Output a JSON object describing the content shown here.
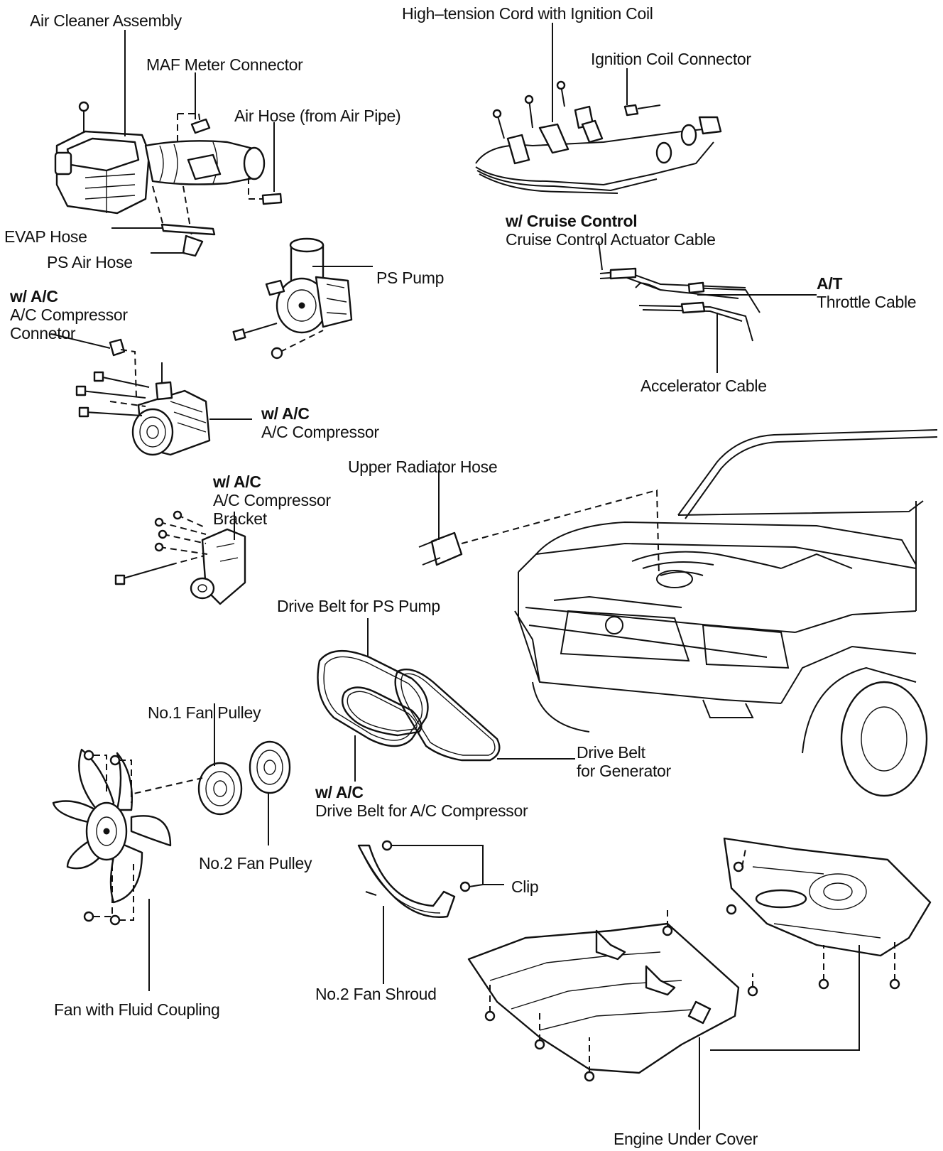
{
  "labels": {
    "air_cleaner_assembly": "Air Cleaner Assembly",
    "maf_meter_connector": "MAF Meter Connector",
    "air_hose": "Air Hose (from Air Pipe)",
    "evap_hose": "EVAP Hose",
    "ps_air_hose": "PS Air Hose",
    "ps_pump": "PS Pump",
    "ac_compressor_connector": {
      "cond": "w/ A/C",
      "line1": "A/C Compressor",
      "line2": "Connetor"
    },
    "ac_compressor": {
      "cond": "w/ A/C",
      "line1": "A/C Compressor"
    },
    "ac_compressor_bracket": {
      "cond": "w/ A/C",
      "line1": "A/C Compressor",
      "line2": "Bracket"
    },
    "high_tension_cord": "High–tension Cord with Ignition Coil",
    "ignition_coil_connector": "Ignition Coil Connector",
    "cruise_control_cable": {
      "cond": "w/ Cruise Control",
      "line1": "Cruise Control Actuator Cable"
    },
    "throttle_cable": {
      "cond": "A/T",
      "line1": "Throttle Cable"
    },
    "accelerator_cable": "Accelerator Cable",
    "upper_radiator_hose": "Upper Radiator Hose",
    "drive_belt_ps_pump": "Drive Belt for PS Pump",
    "drive_belt_generator": {
      "line1": "Drive Belt",
      "line2": "for Generator"
    },
    "drive_belt_ac": {
      "cond": "w/ A/C",
      "line1": "Drive Belt for A/C Compressor"
    },
    "no1_fan_pulley": "No.1 Fan Pulley",
    "no2_fan_pulley": "No.2 Fan Pulley",
    "fan_fluid_coupling": "Fan with Fluid Coupling",
    "clip": "Clip",
    "no2_fan_shroud": "No.2 Fan Shroud",
    "engine_under_cover": "Engine Under Cover"
  }
}
